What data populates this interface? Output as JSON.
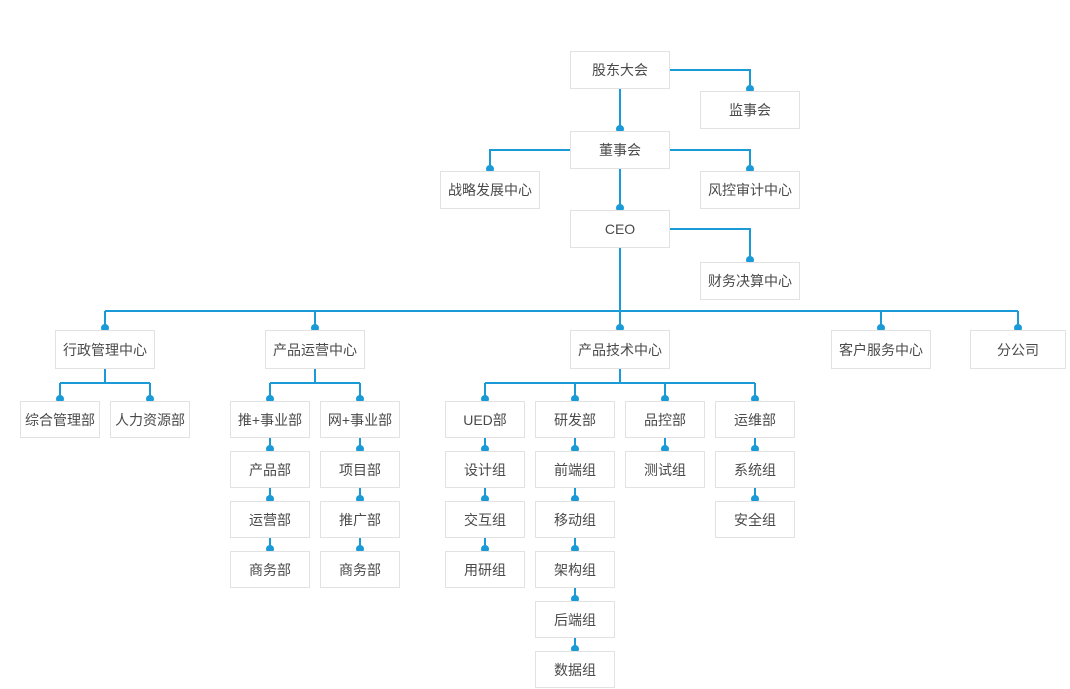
{
  "theme": {
    "line_color": "#1a9bd7",
    "dot_color": "#1a9bd7",
    "box_border": "#e2e2e2",
    "box_bg": "#ffffff",
    "text_color": "#4a4a4a",
    "page_bg": "#ffffff"
  },
  "org_chart": {
    "type": "organization-chart",
    "nodes": {
      "shareholders": {
        "label": "股东大会"
      },
      "supervisory": {
        "label": "监事会"
      },
      "board": {
        "label": "董事会"
      },
      "strategy": {
        "label": "战略发展中心"
      },
      "risk_audit": {
        "label": "风控审计中心"
      },
      "ceo": {
        "label": "CEO"
      },
      "finance": {
        "label": "财务决算中心"
      },
      "admin_center": {
        "label": "行政管理中心"
      },
      "general_mgmt": {
        "label": "综合管理部"
      },
      "hr": {
        "label": "人力资源部"
      },
      "product_ops_center": {
        "label": "产品运营中心"
      },
      "tui_bu": {
        "label": "推+事业部"
      },
      "product_dept": {
        "label": "产品部"
      },
      "ops_dept": {
        "label": "运营部"
      },
      "biz_dept_tui": {
        "label": "商务部"
      },
      "wang_bu": {
        "label": "网+事业部"
      },
      "project_dept": {
        "label": "项目部"
      },
      "promo_dept": {
        "label": "推广部"
      },
      "biz_dept_wang": {
        "label": "商务部"
      },
      "tech_center": {
        "label": "产品技术中心"
      },
      "ued": {
        "label": "UED部"
      },
      "design": {
        "label": "设计组"
      },
      "interaction": {
        "label": "交互组"
      },
      "user_research": {
        "label": "用研组"
      },
      "rnd": {
        "label": "研发部"
      },
      "frontend": {
        "label": "前端组"
      },
      "mobile": {
        "label": "移动组"
      },
      "architecture": {
        "label": "架构组"
      },
      "backend": {
        "label": "后端组"
      },
      "data_group": {
        "label": "数据组"
      },
      "qc": {
        "label": "品控部"
      },
      "testing": {
        "label": "测试组"
      },
      "devops": {
        "label": "运维部"
      },
      "system_group": {
        "label": "系统组"
      },
      "security_group": {
        "label": "安全组"
      },
      "customer_service": {
        "label": "客户服务中心"
      },
      "branch": {
        "label": "分公司"
      }
    },
    "children": {
      "shareholders": [
        "supervisory",
        "board"
      ],
      "board": [
        "strategy",
        "risk_audit",
        "ceo"
      ],
      "ceo": [
        "finance",
        "admin_center",
        "product_ops_center",
        "tech_center",
        "customer_service",
        "branch"
      ],
      "admin_center": [
        "general_mgmt",
        "hr"
      ],
      "product_ops_center": [
        "tui_bu",
        "wang_bu"
      ],
      "tui_bu": [
        "product_dept",
        "ops_dept",
        "biz_dept_tui"
      ],
      "wang_bu": [
        "project_dept",
        "promo_dept",
        "biz_dept_wang"
      ],
      "tech_center": [
        "ued",
        "rnd",
        "qc",
        "devops"
      ],
      "ued": [
        "design",
        "interaction",
        "user_research"
      ],
      "rnd": [
        "frontend",
        "mobile",
        "architecture",
        "backend",
        "data_group"
      ],
      "qc": [
        "testing"
      ],
      "devops": [
        "system_group",
        "security_group"
      ]
    }
  }
}
